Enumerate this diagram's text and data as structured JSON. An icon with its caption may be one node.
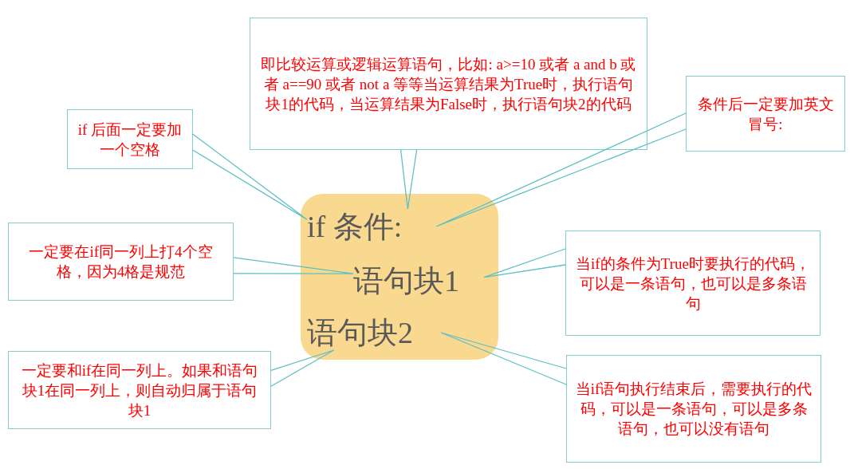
{
  "diagram": {
    "nodes": [
      {
        "text": [
          "即比较运算或逻辑运算语句，比如: a>=10 或者 a and b 或者 a==90 或者 not a 等等当运算结果为True时，执行语句块1的代码，当运算结果为False时，执行语句块2的代码"
        ]
      },
      {
        "text": [
          "条件后一定要加英文冒号:"
        ]
      },
      {
        "text": [
          "if 后面一定要加一个空格"
        ]
      },
      {
        "text": [],
        "shape": "box"
      },
      {
        "text": [
          "if 条件:"
        ],
        "in": 3
      },
      {
        "text": [
          "语句块1"
        ],
        "in": 3
      },
      {
        "text": [
          "语句块2"
        ],
        "in": 3
      },
      {
        "text": [
          "一定要在if同一列上打4个空格，因为4格是规范"
        ]
      },
      {
        "text": [
          "当if的条件为True时要执行的代码，可以是一条语句，也可以是多条语句"
        ]
      },
      {
        "text": [
          "一定要和if在同一列上。如果和语句块1在同一列上，则自动归属于语句块1"
        ]
      },
      {
        "text": [
          "当if语句执行结束后，需要执行的代码，可以是一条语句，可以是多条语句，也可以没有语句"
        ]
      }
    ],
    "edges": [
      {
        "from": 2,
        "to": 4,
        "arrow": "none"
      },
      {
        "from": 0,
        "to": 4,
        "arrow": "none"
      },
      {
        "from": 1,
        "to": 4,
        "arrow": "none"
      },
      {
        "from": 7,
        "to": 5,
        "arrow": "none"
      },
      {
        "from": 8,
        "to": 5,
        "arrow": "none"
      },
      {
        "from": 9,
        "to": 6,
        "arrow": "none"
      },
      {
        "from": 10,
        "to": 6,
        "arrow": "none"
      }
    ]
  }
}
